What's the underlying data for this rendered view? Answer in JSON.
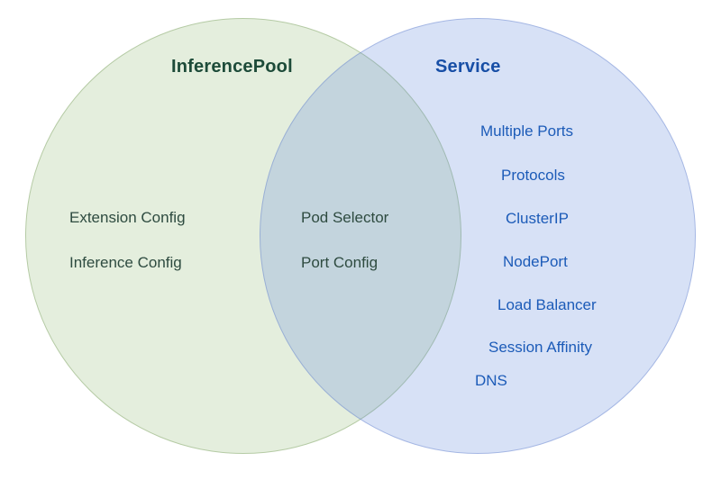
{
  "diagram": {
    "type": "venn",
    "palette": {
      "left_fill": "#e4eedd",
      "left_border": "#a9c496",
      "left_title_color": "#1d4b39",
      "left_item_color": "#2e4b40",
      "right_fill": "#d6e1f6",
      "right_border": "#9cb0e0",
      "right_title_color": "#174ea6",
      "right_item_color": "#1c5bb8"
    },
    "left": {
      "title": "InferencePool",
      "items": [
        "Extension Config",
        "Inference Config"
      ]
    },
    "overlap": {
      "items": [
        "Pod Selector",
        "Port Config"
      ]
    },
    "right": {
      "title": "Service",
      "items": [
        "Multiple Ports",
        "Protocols",
        "ClusterIP",
        "NodePort",
        "Load Balancer",
        "Session Affinity",
        "DNS"
      ]
    }
  }
}
